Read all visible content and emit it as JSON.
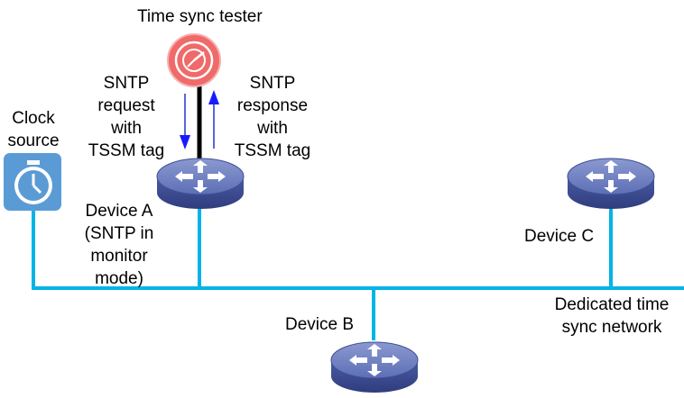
{
  "title": "Time sync tester",
  "clock_source": {
    "lines": [
      "Clock",
      "source"
    ]
  },
  "request": {
    "lines": [
      "SNTP",
      "request",
      "with",
      "TSSM tag"
    ]
  },
  "response": {
    "lines": [
      "SNTP",
      "response",
      "with",
      "TSSM tag"
    ]
  },
  "device_a": {
    "lines": [
      "Device A",
      "(SNTP in",
      "monitor",
      "mode)"
    ]
  },
  "device_b": {
    "label": "Device B"
  },
  "device_c": {
    "label": "Device C"
  },
  "network": {
    "lines": [
      "Dedicated time",
      "sync network"
    ]
  },
  "colors": {
    "network_line": "#00b4e6",
    "router_top": "#6e7fbf",
    "router_side": "#3e4f94",
    "clock_fill": "#5b9bd5",
    "tester_fill": "#f06a6a",
    "tester_ring": "#f4b1b1",
    "request_arrow": "#2233cc",
    "response_arrow": "#2233cc"
  }
}
